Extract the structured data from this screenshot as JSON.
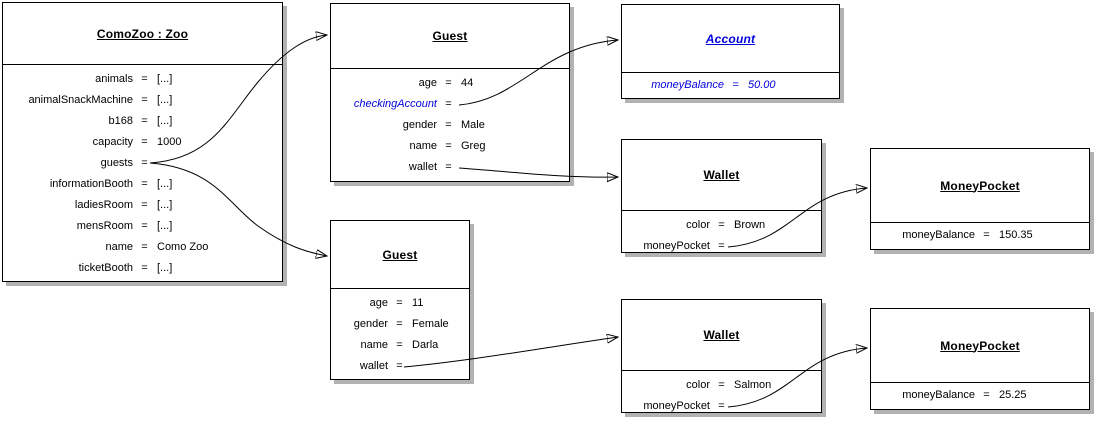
{
  "diagram": {
    "eq_symbol": "=",
    "colors": {
      "reference_blue": "#0000dd",
      "box_border": "#000000",
      "box_shadow": "#b2b2b2",
      "arrow": "#000000",
      "background": "#ffffff"
    },
    "boxes": {
      "zoo": {
        "title": "ComoZoo : Zoo",
        "rows": [
          {
            "label": "animals",
            "value": "[...]"
          },
          {
            "label": "animalSnackMachine",
            "value": "[...]"
          },
          {
            "label": "b168",
            "value": "[...]"
          },
          {
            "label": "capacity",
            "value": "1000"
          },
          {
            "label": "guests",
            "value": ""
          },
          {
            "label": "informationBooth",
            "value": "[...]"
          },
          {
            "label": "ladiesRoom",
            "value": "[...]"
          },
          {
            "label": "mensRoom",
            "value": "[...]"
          },
          {
            "label": "name",
            "value": "Como Zoo"
          },
          {
            "label": "ticketBooth",
            "value": "[...]"
          }
        ]
      },
      "guest_greg": {
        "title": "Guest",
        "rows": [
          {
            "label": "age",
            "value": "44"
          },
          {
            "label": "checkingAccount",
            "value": ""
          },
          {
            "label": "gender",
            "value": "Male"
          },
          {
            "label": "name",
            "value": "Greg"
          },
          {
            "label": "wallet",
            "value": ""
          }
        ]
      },
      "account": {
        "title": "Account",
        "rows": [
          {
            "label": "moneyBalance",
            "value": "50.00"
          }
        ]
      },
      "wallet_brown": {
        "title": "Wallet",
        "rows": [
          {
            "label": "color",
            "value": "Brown"
          },
          {
            "label": "moneyPocket",
            "value": ""
          }
        ]
      },
      "moneypocket_brown": {
        "title": "MoneyPocket",
        "rows": [
          {
            "label": "moneyBalance",
            "value": "150.35"
          }
        ]
      },
      "guest_darla": {
        "title": "Guest",
        "rows": [
          {
            "label": "age",
            "value": "11"
          },
          {
            "label": "gender",
            "value": "Female"
          },
          {
            "label": "name",
            "value": "Darla"
          },
          {
            "label": "wallet",
            "value": ""
          }
        ]
      },
      "wallet_salmon": {
        "title": "Wallet",
        "rows": [
          {
            "label": "color",
            "value": "Salmon"
          },
          {
            "label": "moneyPocket",
            "value": ""
          }
        ]
      },
      "moneypocket_salmon": {
        "title": "MoneyPocket",
        "rows": [
          {
            "label": "moneyBalance",
            "value": "25.25"
          }
        ]
      }
    },
    "arrows": [
      {
        "id": "zoo-guests-to-guest-greg",
        "from": "zoo.guests",
        "to": "guest_greg"
      },
      {
        "id": "zoo-guests-to-guest-darla",
        "from": "zoo.guests",
        "to": "guest_darla"
      },
      {
        "id": "greg-checkingaccount-to-account",
        "from": "guest_greg.checkingAccount",
        "to": "account"
      },
      {
        "id": "greg-wallet-to-wallet-brown",
        "from": "guest_greg.wallet",
        "to": "wallet_brown"
      },
      {
        "id": "wallet-brown-moneypocket-to-moneypocket1",
        "from": "wallet_brown.moneyPocket",
        "to": "moneypocket_brown"
      },
      {
        "id": "darla-wallet-to-wallet-salmon",
        "from": "guest_darla.wallet",
        "to": "wallet_salmon"
      },
      {
        "id": "wallet-salmon-moneypocket-to-moneypocket2",
        "from": "wallet_salmon.moneyPocket",
        "to": "moneypocket_salmon"
      }
    ]
  }
}
